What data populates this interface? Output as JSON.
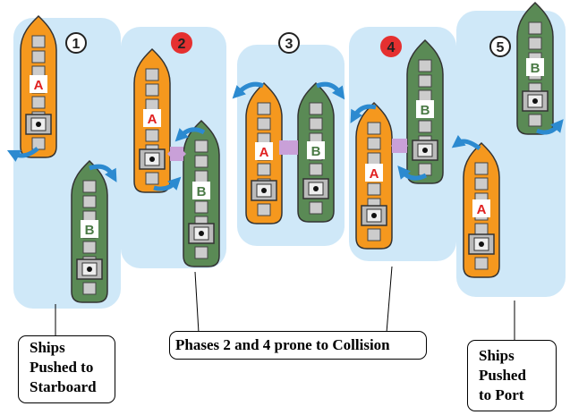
{
  "phases": [
    {
      "number": "1",
      "highlight": false
    },
    {
      "number": "2",
      "highlight": true
    },
    {
      "number": "3",
      "highlight": false
    },
    {
      "number": "4",
      "highlight": true
    },
    {
      "number": "5",
      "highlight": false
    }
  ],
  "ship_a": {
    "letter": "A",
    "color": "#f5981e"
  },
  "ship_b": {
    "letter": "B",
    "color": "#5a8a55"
  },
  "colors": {
    "water": "#cfe8f8",
    "push_arrow": "#2c8ad0",
    "suction_arrow": "#c9a0d8",
    "highlight": "#e53030"
  },
  "labels": {
    "starboard": [
      "Ships",
      "Pushed to",
      "Starboard"
    ],
    "collision": "Phases 2 and 4 prone to Collision",
    "port": [
      "Ships",
      "Pushed",
      "to Port"
    ]
  }
}
